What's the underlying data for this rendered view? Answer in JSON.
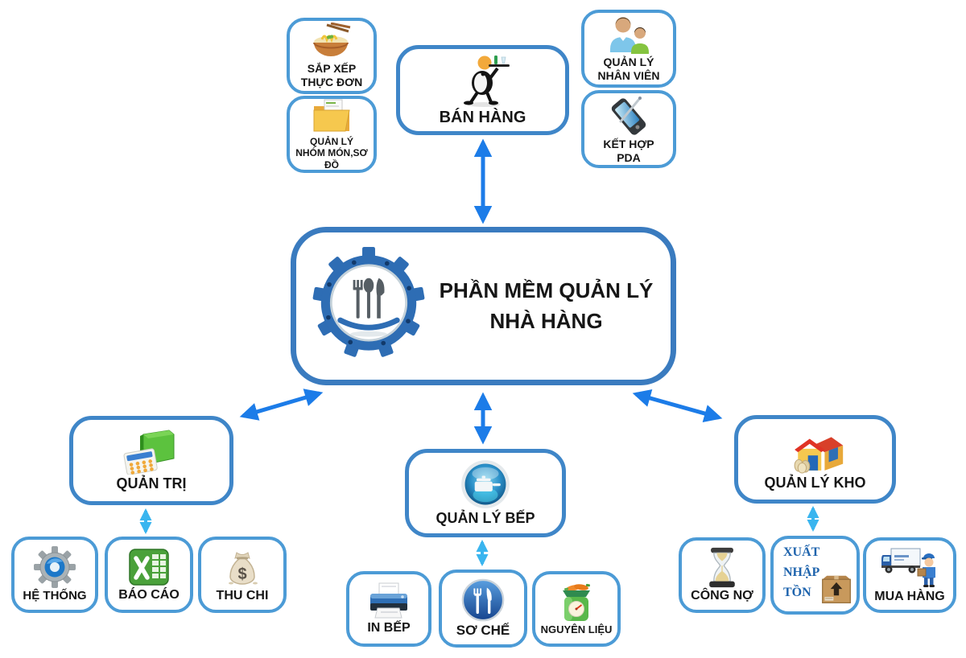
{
  "diagram_title": "PHẦN MỀM QUẢN LÝ NHÀ HÀNG",
  "center": {
    "label": "PHẦN MỀM QUẢN LÝ\nNHÀ HÀNG",
    "icon": "gear-utensils-logo"
  },
  "nodes": {
    "sap_xep_thuc_don": {
      "label": "SẮP XẾP\nTHỰC ĐƠN",
      "icon": "noodle-bowl-icon"
    },
    "quan_ly_nhom_mon": {
      "label": "QUẢN LÝ\nNHÓM MÓN,SƠ ĐỒ",
      "icon": "folder-icon"
    },
    "ban_hang": {
      "label": "BÁN HÀNG",
      "icon": "waiter-icon"
    },
    "quan_ly_nhan_vien": {
      "label": "QUẢN LÝ\nNHÂN VIÊN",
      "icon": "staff-icon"
    },
    "ket_hop_pda": {
      "label": "KẾT HỢP\nPDA",
      "icon": "pda-icon"
    },
    "quan_tri": {
      "label": "QUẢN TRỊ",
      "icon": "folder-calculator-icon"
    },
    "he_thong": {
      "label": "HỆ THỐNG",
      "icon": "gear-icon"
    },
    "bao_cao": {
      "label": "BÁO CÁO",
      "icon": "excel-icon"
    },
    "thu_chi": {
      "label": "THU CHI",
      "icon": "money-bag-icon"
    },
    "quan_ly_bep": {
      "label": "QUẢN LÝ BẾP",
      "icon": "pot-button-icon"
    },
    "in_bep": {
      "label": "IN BẾP",
      "icon": "printer-icon"
    },
    "so_che": {
      "label": "SƠ CHẾ",
      "icon": "fork-knife-icon"
    },
    "nguyen_lieu": {
      "label": "NGUYÊN LIỆU",
      "icon": "kitchen-scale-icon"
    },
    "quan_ly_kho": {
      "label": "QUẢN LÝ KHO",
      "icon": "warehouse-icon"
    },
    "cong_no": {
      "label": "CÔNG NỢ",
      "icon": "hourglass-icon"
    },
    "xuat_nhap_ton": {
      "label": "XUẤT\nNHẬP\nTỒN",
      "icon": "carton-box-icon"
    },
    "mua_hang": {
      "label": "MUA HÀNG",
      "icon": "delivery-truck-icon"
    }
  },
  "icons": {
    "money_bag_symbol": "$"
  },
  "colors": {
    "box_border": "#4c9bd6",
    "hub_border": "#3f86c8",
    "root_border": "#3a7bbf",
    "main_arrow": "#1c7ce8",
    "sub_arrow": "#3ab5ef",
    "label_text": "#161616",
    "xuat_nhap_ton_text": "#1f64ad"
  },
  "connections": [
    {
      "from": "ban_hang",
      "to": "center",
      "style": "main-blue",
      "bidirectional": true
    },
    {
      "from": "center",
      "to": "quan_tri",
      "style": "main-blue",
      "bidirectional": true
    },
    {
      "from": "center",
      "to": "quan_ly_bep",
      "style": "main-blue",
      "bidirectional": true
    },
    {
      "from": "center",
      "to": "quan_ly_kho",
      "style": "main-blue",
      "bidirectional": true
    },
    {
      "from": "quan_tri",
      "to": "he_thong|bao_cao|thu_chi",
      "style": "light-blue",
      "bidirectional": true
    },
    {
      "from": "quan_ly_bep",
      "to": "in_bep|so_che|nguyen_lieu",
      "style": "light-blue",
      "bidirectional": true
    },
    {
      "from": "quan_ly_kho",
      "to": "cong_no|xuat_nhap_ton|mua_hang",
      "style": "light-blue",
      "bidirectional": true
    }
  ]
}
